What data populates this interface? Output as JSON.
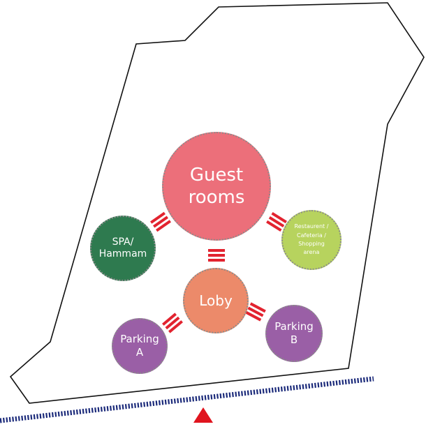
{
  "nodes": {
    "guest_rooms": {
      "label": "Guest rooms",
      "color": "#ec6f7a"
    },
    "spa": {
      "label": "SPA/\nHammam",
      "color": "#2e7a4f"
    },
    "restaurant": {
      "label": "Restaurent /\nCafeteria /\nShopping\narena",
      "color": "#b7d35e"
    },
    "lobby": {
      "label": "Loby",
      "color": "#ec8a6a"
    },
    "parking_a": {
      "label": "Parking\nA",
      "color": "#9a5fa6"
    },
    "parking_b": {
      "label": "Parking\nB",
      "color": "#9a5fa6"
    }
  },
  "connector_color": "#e2232f",
  "road_color": "#1b2a7a",
  "entrance_color": "#e0141e",
  "site_outline_color": "#111111"
}
